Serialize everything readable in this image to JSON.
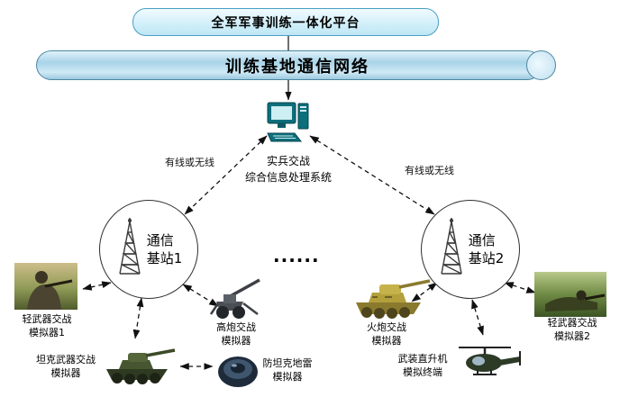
{
  "platform": {
    "title": "全军军事训练一体化平台"
  },
  "network": {
    "title": "训练基地通信网络"
  },
  "processor": {
    "label": "实兵交战\n综合信息处理系统"
  },
  "links": {
    "left_label": "有线或无线",
    "right_label": "有线或无线"
  },
  "stations": [
    {
      "label": "通信\n基站1"
    },
    {
      "label": "通信\n基站2"
    }
  ],
  "ellipsis": "......",
  "simulators": [
    {
      "label": "轻武器交战\n模拟器1"
    },
    {
      "label": "坦克武器交战\n模拟器"
    },
    {
      "label": "高炮交战\n模拟器"
    },
    {
      "label": "防坦克地雷\n模拟器"
    },
    {
      "label": "火炮交战\n模拟器"
    },
    {
      "label": "武装直升机\n模拟终端"
    },
    {
      "label": "轻武器交战\n模拟器2"
    }
  ],
  "colors": {
    "pipe_fill": "#bfe0f0",
    "platform_fill": "#d8f1fb",
    "accent_border": "#4a93b8",
    "computer_teal": "#0e6f7c"
  }
}
